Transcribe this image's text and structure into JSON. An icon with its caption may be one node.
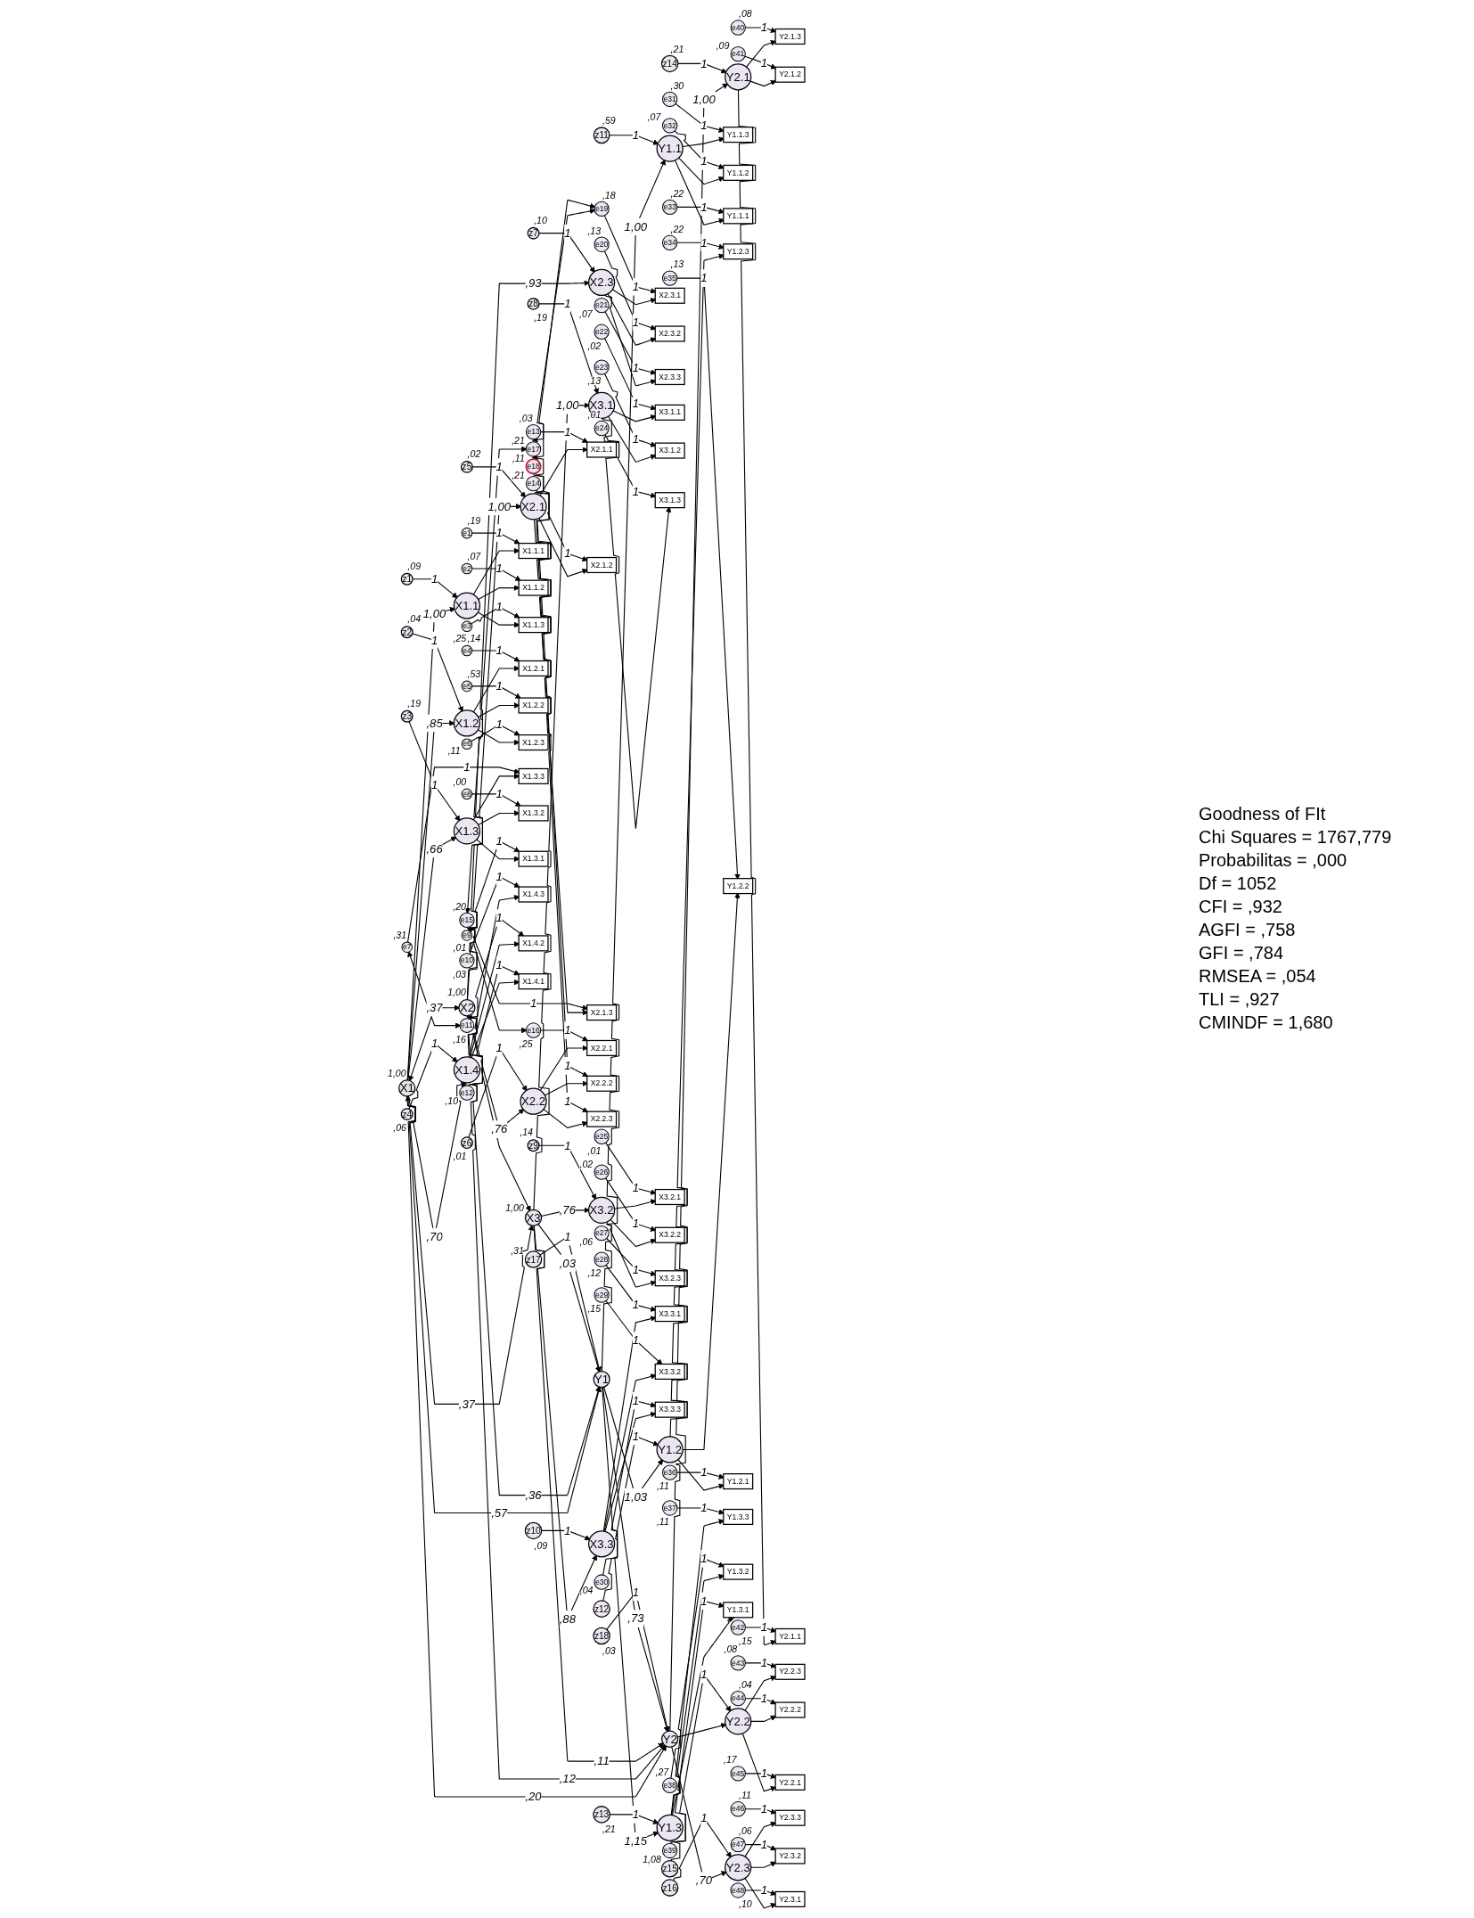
{
  "diagram": {
    "nodes": [
      {
        "text": [
          "X1"
        ],
        "beside": [
          "1,00"
        ]
      },
      {
        "text": [
          "X2"
        ],
        "beside": [
          "1,00"
        ]
      },
      {
        "text": [
          "X3"
        ],
        "beside": [
          "1,00"
        ]
      },
      {
        "text": [
          "Y1"
        ]
      },
      {
        "text": [
          "Y2"
        ]
      },
      {
        "text": [
          "X1.1"
        ]
      },
      {
        "text": [
          "X1.2"
        ]
      },
      {
        "text": [
          "X1.3"
        ]
      },
      {
        "text": [
          "X1.4"
        ]
      },
      {
        "text": [
          "X2.1"
        ]
      },
      {
        "text": [
          "X2.2"
        ]
      },
      {
        "text": [
          "X2.3"
        ]
      },
      {
        "text": [
          "X3.1"
        ]
      },
      {
        "text": [
          "X3.2"
        ]
      },
      {
        "text": [
          "X3.3"
        ]
      },
      {
        "text": [
          "Y1.1"
        ]
      },
      {
        "text": [
          "Y1.2"
        ]
      },
      {
        "text": [
          "Y1.3"
        ]
      },
      {
        "text": [
          "Y2.1"
        ]
      },
      {
        "text": [
          "Y2.2"
        ]
      },
      {
        "text": [
          "Y2.3"
        ]
      },
      {
        "text": [
          "z1"
        ],
        "beside": [
          ",09"
        ]
      },
      {
        "text": [
          "z2"
        ],
        "beside": [
          ",04"
        ]
      },
      {
        "text": [
          "z3"
        ],
        "beside": [
          ",19"
        ]
      },
      {
        "text": [
          "z4"
        ],
        "beside": [
          ",06"
        ]
      },
      {
        "text": [
          "z5"
        ],
        "beside": [
          ",02"
        ]
      },
      {
        "text": [
          "z6"
        ],
        "beside": [
          ",01"
        ]
      },
      {
        "text": [
          "z7"
        ],
        "beside": [
          ",10"
        ]
      },
      {
        "text": [
          "z8"
        ],
        "beside": [
          ",19"
        ]
      },
      {
        "text": [
          "z9"
        ],
        "beside": [
          ",14"
        ]
      },
      {
        "text": [
          "z10"
        ],
        "beside": [
          ",09"
        ]
      },
      {
        "text": [
          "z11"
        ],
        "beside": [
          ",59"
        ]
      },
      {
        "text": [
          "z12"
        ]
      },
      {
        "text": [
          "z13"
        ],
        "beside": [
          ",21"
        ]
      },
      {
        "text": [
          "z14"
        ],
        "beside": [
          ",21"
        ]
      },
      {
        "text": [
          "z15"
        ]
      },
      {
        "text": [
          "z16"
        ]
      },
      {
        "text": [
          "z17"
        ],
        "beside": [
          ",31"
        ]
      },
      {
        "text": [
          "z18"
        ],
        "beside": [
          ",03"
        ]
      },
      {
        "text": [
          "X1.1.1"
        ]
      },
      {
        "text": [
          "X1.1.2"
        ]
      },
      {
        "text": [
          "X1.1.3"
        ]
      },
      {
        "text": [
          "X1.2.1"
        ]
      },
      {
        "text": [
          "X1.2.2"
        ]
      },
      {
        "text": [
          "X1.2.3"
        ]
      },
      {
        "text": [
          "X1.3.3"
        ]
      },
      {
        "text": [
          "X1.3.2"
        ]
      },
      {
        "text": [
          "X1.3.1"
        ]
      },
      {
        "text": [
          "X1.4.3"
        ]
      },
      {
        "text": [
          "X1.4.2"
        ]
      },
      {
        "text": [
          "X1.4.1"
        ]
      },
      {
        "text": [
          "X2.1.1"
        ]
      },
      {
        "text": [
          "X2.1.2"
        ]
      },
      {
        "text": [
          "X2.1.3"
        ]
      },
      {
        "text": [
          "X2.2.1"
        ]
      },
      {
        "text": [
          "X2.2.2"
        ]
      },
      {
        "text": [
          "X2.2.3"
        ]
      },
      {
        "text": [
          "X2.3.1"
        ]
      },
      {
        "text": [
          "X2.3.2"
        ]
      },
      {
        "text": [
          "X2.3.3"
        ]
      },
      {
        "text": [
          "X3.1.1"
        ]
      },
      {
        "text": [
          "X3.1.2"
        ]
      },
      {
        "text": [
          "X3.1.3"
        ]
      },
      {
        "text": [
          "X3.2.1"
        ]
      },
      {
        "text": [
          "X3.2.2"
        ]
      },
      {
        "text": [
          "X3.2.3"
        ]
      },
      {
        "text": [
          "X3.3.1"
        ]
      },
      {
        "text": [
          "X3.3.2"
        ]
      },
      {
        "text": [
          "X3.3.3"
        ]
      },
      {
        "text": [
          "Y1.1.3"
        ]
      },
      {
        "text": [
          "Y1.1.2"
        ]
      },
      {
        "text": [
          "Y1.1.1"
        ]
      },
      {
        "text": [
          "Y1.2.3"
        ]
      },
      {
        "text": [
          "Y1.2.2"
        ]
      },
      {
        "text": [
          "Y1.2.1"
        ]
      },
      {
        "text": [
          "Y1.3.3"
        ]
      },
      {
        "text": [
          "Y1.3.2"
        ]
      },
      {
        "text": [
          "Y1.3.1"
        ]
      },
      {
        "text": [
          "Y2.1.3"
        ]
      },
      {
        "text": [
          "Y2.1.2"
        ]
      },
      {
        "text": [
          "Y2.1.1"
        ]
      },
      {
        "text": [
          "Y2.2.3"
        ]
      },
      {
        "text": [
          "Y2.2.2"
        ]
      },
      {
        "text": [
          "Y2.2.1"
        ]
      },
      {
        "text": [
          "Y2.3.3"
        ]
      },
      {
        "text": [
          "Y2.3.2"
        ]
      },
      {
        "text": [
          "Y2.3.1"
        ]
      },
      {
        "text": [
          "e1"
        ],
        "beside": [
          ",19"
        ]
      },
      {
        "text": [
          "e2"
        ],
        "beside": [
          ",07"
        ]
      },
      {
        "text": [
          "e3"
        ],
        "beside": [
          ",14"
        ]
      },
      {
        "text": [
          "e4"
        ],
        "beside": [
          ",25"
        ]
      },
      {
        "text": [
          "e5"
        ],
        "beside": [
          ",53"
        ]
      },
      {
        "text": [
          "e6"
        ],
        "beside": [
          ",11"
        ]
      },
      {
        "text": [
          "e7"
        ],
        "beside": [
          ",31"
        ]
      },
      {
        "text": [
          "e8"
        ],
        "beside": [
          ",00"
        ]
      },
      {
        "text": [
          "e9"
        ],
        "beside": [
          ",01"
        ]
      },
      {
        "text": [
          "e10"
        ],
        "beside": [
          ",03"
        ]
      },
      {
        "text": [
          "e11"
        ],
        "beside": [
          ",16"
        ]
      },
      {
        "text": [
          "e12"
        ],
        "beside": [
          ",10"
        ]
      },
      {
        "text": [
          "e13"
        ],
        "beside": [
          ",03"
        ]
      },
      {
        "text": [
          "e14"
        ],
        "beside": [
          ",21"
        ]
      },
      {
        "text": [
          "e15"
        ],
        "beside": [
          ",20"
        ]
      },
      {
        "text": [
          "e16"
        ],
        "beside": [
          ",25"
        ]
      },
      {
        "text": [
          "e17"
        ],
        "beside": [
          ",21"
        ]
      },
      {
        "text": [
          "e18"
        ],
        "beside": [
          ",11"
        ]
      },
      {
        "text": [
          "e19"
        ],
        "beside": [
          ",18"
        ]
      },
      {
        "text": [
          "e20"
        ],
        "beside": [
          ",13"
        ]
      },
      {
        "text": [
          "e21"
        ],
        "beside": [
          ",07"
        ]
      },
      {
        "text": [
          "e22"
        ],
        "beside": [
          ",02"
        ]
      },
      {
        "text": [
          "e23"
        ],
        "beside": [
          ",13"
        ]
      },
      {
        "text": [
          "e24"
        ],
        "beside": [
          ",01"
        ]
      },
      {
        "text": [
          "e25"
        ],
        "beside": [
          ",01"
        ]
      },
      {
        "text": [
          "e26"
        ],
        "beside": [
          ",02"
        ]
      },
      {
        "text": [
          "e27"
        ],
        "beside": [
          ",06"
        ]
      },
      {
        "text": [
          "e28"
        ],
        "beside": [
          ",12"
        ]
      },
      {
        "text": [
          "e29"
        ],
        "beside": [
          ",15"
        ]
      },
      {
        "text": [
          "e30"
        ],
        "beside": [
          ",04"
        ]
      },
      {
        "text": [
          "e31"
        ],
        "beside": [
          ",30"
        ]
      },
      {
        "text": [
          "e32"
        ],
        "beside": [
          ",07"
        ]
      },
      {
        "text": [
          "e33"
        ],
        "beside": [
          ",22"
        ]
      },
      {
        "text": [
          "e34"
        ],
        "beside": [
          ",22"
        ]
      },
      {
        "text": [
          "e35"
        ],
        "beside": [
          ",13"
        ]
      },
      {
        "text": [
          "e36"
        ],
        "beside": [
          ",11"
        ]
      },
      {
        "text": [
          "e37"
        ],
        "beside": [
          ",11"
        ]
      },
      {
        "text": [
          "e38"
        ],
        "beside": [
          ",27"
        ]
      },
      {
        "text": [
          "e39"
        ],
        "beside": [
          "1,08"
        ]
      },
      {
        "text": [
          "e40"
        ],
        "beside": [
          ",08"
        ]
      },
      {
        "text": [
          "e41"
        ],
        "beside": [
          ",09"
        ]
      },
      {
        "text": [
          "e42"
        ],
        "beside": [
          ",15"
        ]
      },
      {
        "text": [
          "e43"
        ],
        "beside": [
          ",08"
        ]
      },
      {
        "text": [
          "e44"
        ],
        "beside": [
          ",04"
        ]
      },
      {
        "text": [
          "e45"
        ],
        "beside": [
          ",17"
        ]
      },
      {
        "text": [
          "e46"
        ],
        "beside": [
          ",11"
        ]
      },
      {
        "text": [
          "e47"
        ],
        "beside": [
          ",06"
        ]
      },
      {
        "text": [
          "e48"
        ],
        "beside": [
          ",10"
        ]
      }
    ],
    "edges": [
      {
        "from": 0,
        "to": 5,
        "arrow": "to",
        "label": "1,00"
      },
      {
        "from": 0,
        "to": 6,
        "arrow": "to",
        "label": ",85"
      },
      {
        "from": 0,
        "to": 7,
        "arrow": "to",
        "label": ",66"
      },
      {
        "from": 0,
        "to": 8,
        "arrow": "to",
        "label": ",70"
      },
      {
        "from": 1,
        "to": 9,
        "arrow": "to",
        "label": "1,00"
      },
      {
        "from": 1,
        "to": 10,
        "arrow": "to",
        "label": ",76"
      },
      {
        "from": 1,
        "to": 11,
        "arrow": "to",
        "label": ",93"
      },
      {
        "from": 2,
        "to": 12,
        "arrow": "to",
        "label": "1,00"
      },
      {
        "from": 2,
        "to": 13,
        "arrow": "to",
        "label": ",76"
      },
      {
        "from": 2,
        "to": 14,
        "arrow": "to",
        "label": ",88"
      },
      {
        "from": 3,
        "to": 15,
        "arrow": "to",
        "label": "1,00"
      },
      {
        "from": 3,
        "to": 16,
        "arrow": "to",
        "label": "1,03"
      },
      {
        "from": 3,
        "to": 17,
        "arrow": "to",
        "label": "1,15"
      },
      {
        "from": 4,
        "to": 18,
        "arrow": "to",
        "label": "1,00"
      },
      {
        "from": 4,
        "to": 19,
        "arrow": "to"
      },
      {
        "from": 4,
        "to": 20,
        "arrow": "to",
        "label": ",70"
      },
      {
        "from": 0,
        "to": 3,
        "arrow": "to",
        "label": ",57"
      },
      {
        "from": 0,
        "to": 4,
        "arrow": "to",
        "label": ",20"
      },
      {
        "from": 1,
        "to": 3,
        "arrow": "to",
        "label": ",36"
      },
      {
        "from": 1,
        "to": 4,
        "arrow": "to",
        "label": ",12"
      },
      {
        "from": 2,
        "to": 3,
        "arrow": "to",
        "label": ",03"
      },
      {
        "from": 2,
        "to": 4,
        "arrow": "to",
        "label": ",11"
      },
      {
        "from": 3,
        "to": 4,
        "arrow": "to",
        "label": ",73"
      },
      {
        "from": 0,
        "to": 1,
        "arrow": "both",
        "label": ",37"
      },
      {
        "from": 0,
        "to": 2,
        "arrow": "both",
        "label": ",37"
      },
      {
        "from": 1,
        "to": 2,
        "arrow": "both"
      },
      {
        "from": 21,
        "to": 5,
        "arrow": "to",
        "label": "1"
      },
      {
        "from": 22,
        "to": 6,
        "arrow": "to",
        "label": "1"
      },
      {
        "from": 23,
        "to": 7,
        "arrow": "to",
        "label": "1"
      },
      {
        "from": 24,
        "to": 8,
        "arrow": "to",
        "label": "1"
      },
      {
        "from": 25,
        "to": 9,
        "arrow": "to",
        "label": "1"
      },
      {
        "from": 26,
        "to": 10,
        "arrow": "to",
        "label": "1"
      },
      {
        "from": 27,
        "to": 11,
        "arrow": "to",
        "label": "1"
      },
      {
        "from": 28,
        "to": 12,
        "arrow": "to",
        "label": "1"
      },
      {
        "from": 29,
        "to": 13,
        "arrow": "to",
        "label": "1"
      },
      {
        "from": 30,
        "to": 14,
        "arrow": "to",
        "label": "1"
      },
      {
        "from": 31,
        "to": 15,
        "arrow": "to",
        "label": "1"
      },
      {
        "from": 32,
        "to": 16,
        "arrow": "to",
        "label": "1"
      },
      {
        "from": 33,
        "to": 17,
        "arrow": "to",
        "label": "1"
      },
      {
        "from": 34,
        "to": 18,
        "arrow": "to",
        "label": "1"
      },
      {
        "from": 35,
        "to": 19,
        "arrow": "to",
        "label": "1"
      },
      {
        "from": 36,
        "to": 20,
        "arrow": "to",
        "label": "1"
      },
      {
        "from": 37,
        "to": 3,
        "arrow": "to",
        "label": "1"
      },
      {
        "from": 38,
        "to": 4,
        "arrow": "to",
        "label": "1"
      },
      {
        "from": 5,
        "to": 39,
        "arrow": "to"
      },
      {
        "from": 5,
        "to": 40,
        "arrow": "to"
      },
      {
        "from": 5,
        "to": 41,
        "arrow": "to"
      },
      {
        "from": 6,
        "to": 42,
        "arrow": "to"
      },
      {
        "from": 6,
        "to": 43,
        "arrow": "to"
      },
      {
        "from": 6,
        "to": 44,
        "arrow": "to"
      },
      {
        "from": 7,
        "to": 45,
        "arrow": "to"
      },
      {
        "from": 7,
        "to": 46,
        "arrow": "to"
      },
      {
        "from": 7,
        "to": 47,
        "arrow": "to"
      },
      {
        "from": 8,
        "to": 48,
        "arrow": "to"
      },
      {
        "from": 8,
        "to": 49,
        "arrow": "to"
      },
      {
        "from": 8,
        "to": 50,
        "arrow": "to"
      },
      {
        "from": 9,
        "to": 51,
        "arrow": "to"
      },
      {
        "from": 9,
        "to": 52,
        "arrow": "to"
      },
      {
        "from": 9,
        "to": 53,
        "arrow": "to"
      },
      {
        "from": 10,
        "to": 54,
        "arrow": "to"
      },
      {
        "from": 10,
        "to": 55,
        "arrow": "to"
      },
      {
        "from": 10,
        "to": 56,
        "arrow": "to"
      },
      {
        "from": 11,
        "to": 57,
        "arrow": "to"
      },
      {
        "from": 11,
        "to": 58,
        "arrow": "to"
      },
      {
        "from": 11,
        "to": 59,
        "arrow": "to"
      },
      {
        "from": 12,
        "to": 60,
        "arrow": "to"
      },
      {
        "from": 12,
        "to": 61,
        "arrow": "to"
      },
      {
        "from": 12,
        "to": 62,
        "arrow": "to"
      },
      {
        "from": 13,
        "to": 63,
        "arrow": "to"
      },
      {
        "from": 13,
        "to": 64,
        "arrow": "to"
      },
      {
        "from": 13,
        "to": 65,
        "arrow": "to"
      },
      {
        "from": 14,
        "to": 66,
        "arrow": "to"
      },
      {
        "from": 14,
        "to": 67,
        "arrow": "to"
      },
      {
        "from": 14,
        "to": 68,
        "arrow": "to"
      },
      {
        "from": 15,
        "to": 69,
        "arrow": "to"
      },
      {
        "from": 15,
        "to": 70,
        "arrow": "to"
      },
      {
        "from": 15,
        "to": 71,
        "arrow": "to"
      },
      {
        "from": 16,
        "to": 72,
        "arrow": "to"
      },
      {
        "from": 16,
        "to": 73,
        "arrow": "to"
      },
      {
        "from": 16,
        "to": 74,
        "arrow": "to"
      },
      {
        "from": 17,
        "to": 75,
        "arrow": "to"
      },
      {
        "from": 17,
        "to": 76,
        "arrow": "to"
      },
      {
        "from": 17,
        "to": 77,
        "arrow": "to"
      },
      {
        "from": 18,
        "to": 78,
        "arrow": "to"
      },
      {
        "from": 18,
        "to": 79,
        "arrow": "to"
      },
      {
        "from": 18,
        "to": 80,
        "arrow": "to"
      },
      {
        "from": 19,
        "to": 81,
        "arrow": "to"
      },
      {
        "from": 19,
        "to": 82,
        "arrow": "to"
      },
      {
        "from": 19,
        "to": 83,
        "arrow": "to"
      },
      {
        "from": 20,
        "to": 84,
        "arrow": "to"
      },
      {
        "from": 20,
        "to": 85,
        "arrow": "to"
      },
      {
        "from": 20,
        "to": 86,
        "arrow": "to"
      },
      {
        "from": 87,
        "to": 39,
        "arrow": "to",
        "label": "1"
      },
      {
        "from": 88,
        "to": 40,
        "arrow": "to",
        "label": "1"
      },
      {
        "from": 89,
        "to": 41,
        "arrow": "to",
        "label": "1"
      },
      {
        "from": 90,
        "to": 42,
        "arrow": "to",
        "label": "1"
      },
      {
        "from": 91,
        "to": 43,
        "arrow": "to",
        "label": "1"
      },
      {
        "from": 92,
        "to": 44,
        "arrow": "to",
        "label": "1"
      },
      {
        "from": 93,
        "to": 45,
        "arrow": "to",
        "label": "1"
      },
      {
        "from": 94,
        "to": 46,
        "arrow": "to",
        "label": "1"
      },
      {
        "from": 95,
        "to": 47,
        "arrow": "to",
        "label": "1"
      },
      {
        "from": 96,
        "to": 48,
        "arrow": "to",
        "label": "1"
      },
      {
        "from": 97,
        "to": 49,
        "arrow": "to",
        "label": "1"
      },
      {
        "from": 98,
        "to": 50,
        "arrow": "to",
        "label": "1"
      },
      {
        "from": 99,
        "to": 51,
        "arrow": "to",
        "label": "1"
      },
      {
        "from": 100,
        "to": 52,
        "arrow": "to",
        "label": "1"
      },
      {
        "from": 101,
        "to": 53,
        "arrow": "to",
        "label": "1"
      },
      {
        "from": 102,
        "to": 54,
        "arrow": "to",
        "label": "1"
      },
      {
        "from": 103,
        "to": 55,
        "arrow": "to",
        "label": "1"
      },
      {
        "from": 104,
        "to": 56,
        "arrow": "to",
        "label": "1"
      },
      {
        "from": 105,
        "to": 57,
        "arrow": "to",
        "label": "1"
      },
      {
        "from": 106,
        "to": 58,
        "arrow": "to",
        "label": "1"
      },
      {
        "from": 107,
        "to": 59,
        "arrow": "to",
        "label": "1"
      },
      {
        "from": 108,
        "to": 60,
        "arrow": "to",
        "label": "1"
      },
      {
        "from": 109,
        "to": 61,
        "arrow": "to",
        "label": "1"
      },
      {
        "from": 110,
        "to": 62,
        "arrow": "to",
        "label": "1"
      },
      {
        "from": 111,
        "to": 63,
        "arrow": "to",
        "label": "1"
      },
      {
        "from": 112,
        "to": 64,
        "arrow": "to",
        "label": "1"
      },
      {
        "from": 113,
        "to": 65,
        "arrow": "to",
        "label": "1"
      },
      {
        "from": 114,
        "to": 66,
        "arrow": "to",
        "label": "1"
      },
      {
        "from": 115,
        "to": 67,
        "arrow": "to",
        "label": "1"
      },
      {
        "from": 116,
        "to": 68,
        "arrow": "to",
        "label": "1"
      },
      {
        "from": 117,
        "to": 69,
        "arrow": "to",
        "label": "1"
      },
      {
        "from": 118,
        "to": 70,
        "arrow": "to",
        "label": "1"
      },
      {
        "from": 119,
        "to": 71,
        "arrow": "to",
        "label": "1"
      },
      {
        "from": 120,
        "to": 72,
        "arrow": "to",
        "label": "1"
      },
      {
        "from": 121,
        "to": 73,
        "arrow": "to",
        "label": "1"
      },
      {
        "from": 122,
        "to": 74,
        "arrow": "to",
        "label": "1"
      },
      {
        "from": 123,
        "to": 75,
        "arrow": "to",
        "label": "1"
      },
      {
        "from": 124,
        "to": 76,
        "arrow": "to",
        "label": "1"
      },
      {
        "from": 125,
        "to": 77,
        "arrow": "to",
        "label": "1"
      },
      {
        "from": 126,
        "to": 78,
        "arrow": "to",
        "label": "1"
      },
      {
        "from": 127,
        "to": 79,
        "arrow": "to",
        "label": "1"
      },
      {
        "from": 128,
        "to": 80,
        "arrow": "to",
        "label": "1"
      },
      {
        "from": 129,
        "to": 81,
        "arrow": "to",
        "label": "1"
      },
      {
        "from": 130,
        "to": 82,
        "arrow": "to",
        "label": "1"
      },
      {
        "from": 131,
        "to": 83,
        "arrow": "to",
        "label": "1"
      },
      {
        "from": 132,
        "to": 84,
        "arrow": "to",
        "label": "1"
      },
      {
        "from": 133,
        "to": 85,
        "arrow": "to",
        "label": "1"
      },
      {
        "from": 134,
        "to": 86,
        "arrow": "to",
        "label": "1"
      },
      {
        "from": 93,
        "to": 97,
        "arrow": "both"
      },
      {
        "from": 101,
        "to": 102,
        "arrow": "both"
      },
      {
        "from": 101,
        "to": 103,
        "arrow": "both"
      },
      {
        "from": 103,
        "to": 105,
        "arrow": "both"
      },
      {
        "from": 104,
        "to": 105,
        "arrow": "both"
      }
    ],
    "labels": [
      "Goodness of FIt",
      "Chi Squares = 1767,779",
      "Probabilitas = ,000",
      "Df = 1052",
      "CFI = ,932",
      "AGFI = ,758",
      "GFI = ,784",
      "RMSEA = ,054",
      "TLI = ,927",
      "CMINDF = 1,680"
    ]
  }
}
